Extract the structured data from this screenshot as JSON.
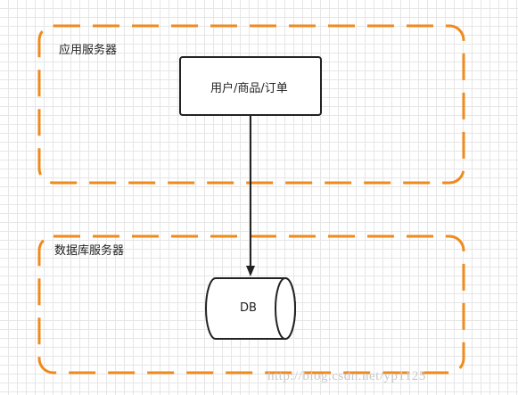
{
  "app_server": {
    "label": "应用服务器"
  },
  "db_server": {
    "label": "数据库服务器"
  },
  "service_box": {
    "label": "用户/商品/订单"
  },
  "database": {
    "label": "DB"
  },
  "watermark": "http://blog.csdn.net/yp1125",
  "colors": {
    "group_border": "#ef8a1c",
    "node_border": "#222222",
    "arrow": "#222222",
    "grid": "#e6e6e6"
  }
}
